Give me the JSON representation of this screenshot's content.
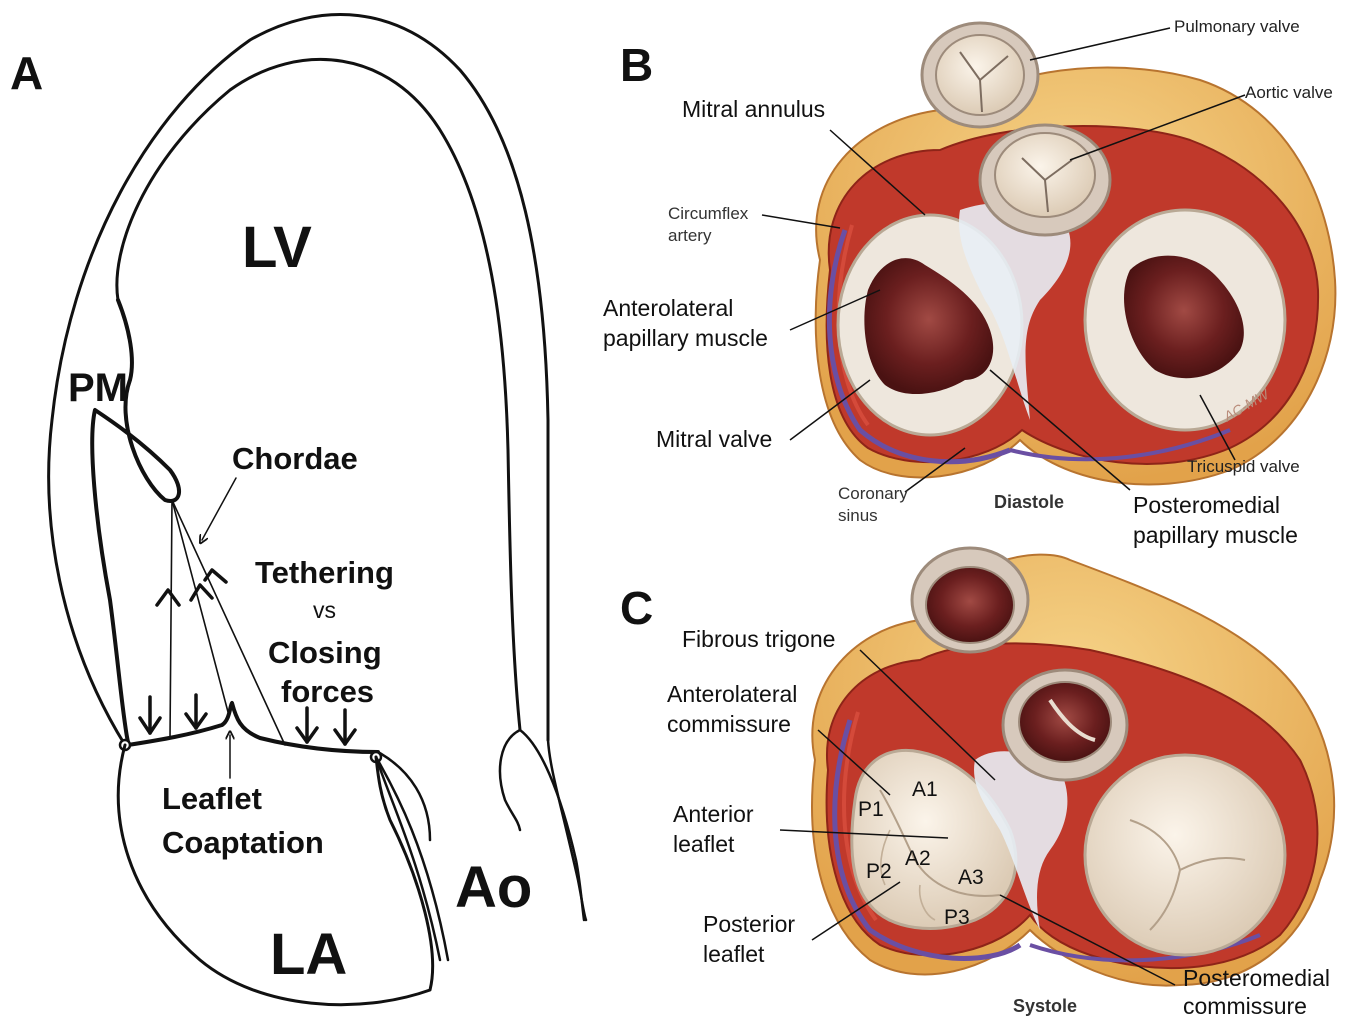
{
  "panel_a": {
    "letter": "A",
    "lv": "LV",
    "la": "LA",
    "ao": "Ao",
    "pm": "PM",
    "chordae": "Chordae",
    "tethering": "Tethering",
    "vs": "vs",
    "closing_forces_1": "Closing",
    "closing_forces_2": "forces",
    "leaflet_coaptation_1": "Leaflet",
    "leaflet_coaptation_2": "Coaptation"
  },
  "panel_b": {
    "letter": "B",
    "pulmonary_valve": "Pulmonary valve",
    "aortic_valve": "Aortic valve",
    "mitral_annulus": "Mitral annulus",
    "circumflex_artery_1": "Circumflex",
    "circumflex_artery_2": "artery",
    "anterolateral_pm_1": "Anterolateral",
    "anterolateral_pm_2": "papillary muscle",
    "mitral_valve": "Mitral valve",
    "coronary_sinus_1": "Coronary",
    "coronary_sinus_2": "sinus",
    "diastole": "Diastole",
    "tricuspid_valve": "Tricuspid valve",
    "posteromedial_pm_1": "Posteromedial",
    "posteromedial_pm_2": "papillary muscle",
    "signature": "AC-MW"
  },
  "panel_c": {
    "letter": "C",
    "fibrous_trigone": "Fibrous trigone",
    "anterolateral_commissure_1": "Anterolateral",
    "anterolateral_commissure_2": "commissure",
    "anterior_leaflet_1": "Anterior",
    "anterior_leaflet_2": "leaflet",
    "posterior_leaflet_1": "Posterior",
    "posterior_leaflet_2": "leaflet",
    "systole": "Systole",
    "posteromedial_commissure_1": "Posteromedial",
    "posteromedial_commissure_2": "commissure",
    "scallops": {
      "a1": "A1",
      "a2": "A2",
      "a3": "A3",
      "p1": "P1",
      "p2": "P2",
      "p3": "P3"
    }
  },
  "colors": {
    "myocardium": "#c0392b",
    "fat": "#f2c46b",
    "valve_tissue": "#efe2d3",
    "cavity": "#6b1f1f",
    "vein": "#6a4fa3",
    "line": "#111111"
  }
}
